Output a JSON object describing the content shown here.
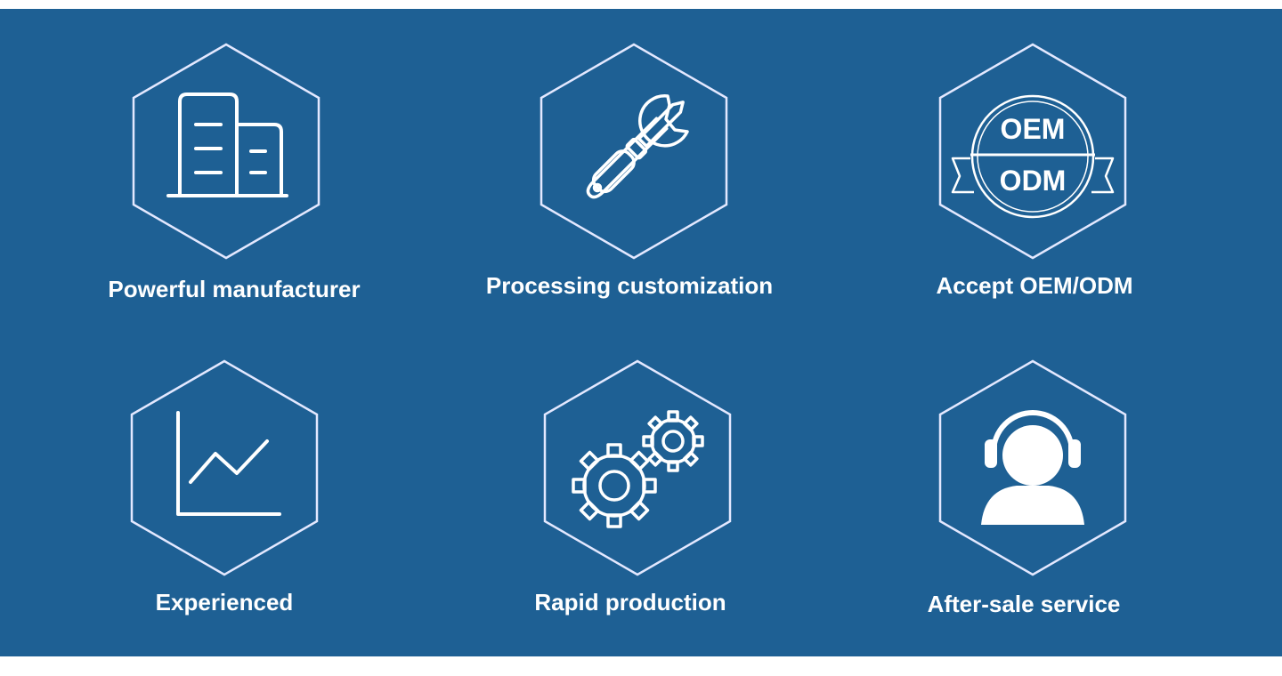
{
  "colors": {
    "background": "#1e6094",
    "foreground": "#ffffff",
    "hex_stroke": "#e3e8ff"
  },
  "features": [
    {
      "label": "Powerful manufacturer",
      "icon": "building-icon"
    },
    {
      "label": "Processing customization",
      "icon": "wrench-screwdriver-icon"
    },
    {
      "label": "Accept OEM/ODM",
      "icon": "oem-odm-badge-icon",
      "badge_top": "OEM",
      "badge_bottom": "ODM"
    },
    {
      "label": "Experienced",
      "icon": "line-chart-icon"
    },
    {
      "label": "Rapid production",
      "icon": "gears-icon"
    },
    {
      "label": "After-sale service",
      "icon": "headset-support-icon"
    }
  ]
}
